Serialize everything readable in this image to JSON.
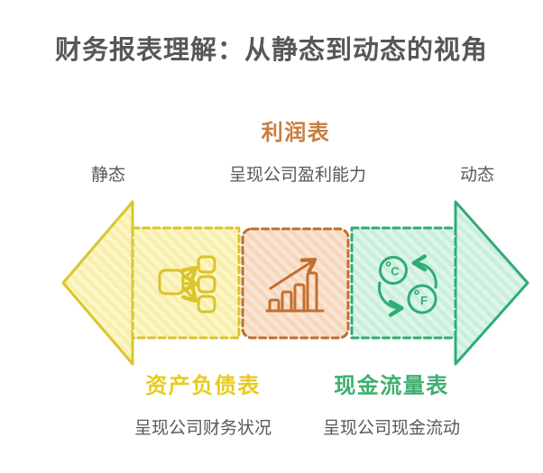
{
  "title": "财务报表理解：从静态到动态的视角",
  "spectrum": {
    "left_end": "静态",
    "right_end": "动态"
  },
  "statements": {
    "income": {
      "label": "利润表",
      "description": "呈现公司盈利能力"
    },
    "balance": {
      "label": "资产负债表",
      "description": "呈现公司财务状况"
    },
    "cash": {
      "label": "现金流量表",
      "description": "呈现公司现金流动"
    }
  },
  "icons": {
    "balance_sheet": "distribution-flow-icon",
    "income_statement": "rising-bar-chart-icon",
    "cash_flow": "celsius-fahrenheit-exchange-icon",
    "celsius_letter": "C",
    "fahrenheit_letter": "F"
  },
  "colors": {
    "title_text": "#57575b",
    "muted_text": "#595959",
    "yellow_accent": "#e9cb1d",
    "yellow_border": "#dbc52e",
    "yellow_fill": "#fcf6c7",
    "yellow_stripe": "#f7efab",
    "orange_accent": "#c87e41",
    "orange_border": "#c26f2f",
    "orange_fill": "#fae4d2",
    "orange_stripe": "#f5d7bf",
    "green_accent": "#3fae6f",
    "green_border": "#2fac74",
    "green_fill": "#def6ea",
    "green_stripe": "#c9efdc"
  }
}
